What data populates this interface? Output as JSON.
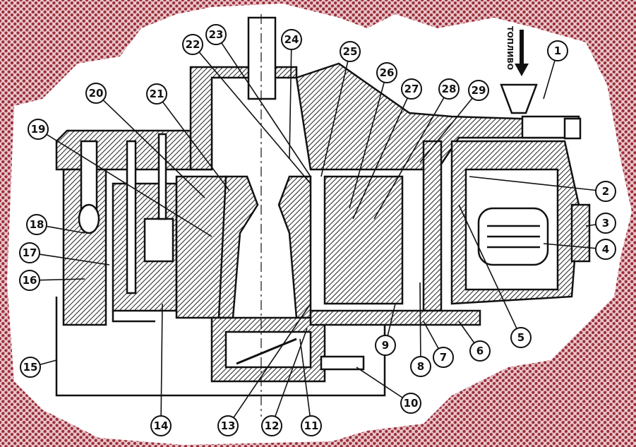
{
  "diagram": {
    "fuel_label": "ТОПЛИВО",
    "callouts": [
      "1",
      "2",
      "3",
      "4",
      "5",
      "6",
      "7",
      "8",
      "9",
      "10",
      "11",
      "12",
      "13",
      "14",
      "15",
      "16",
      "17",
      "18",
      "19",
      "20",
      "21",
      "22",
      "23",
      "24",
      "25",
      "26",
      "27",
      "28",
      "29"
    ],
    "colors": {
      "background_dots": "#9b2d3a",
      "background_base": "#e9c9cc",
      "ink": "#111111",
      "paper": "#ffffff"
    }
  }
}
